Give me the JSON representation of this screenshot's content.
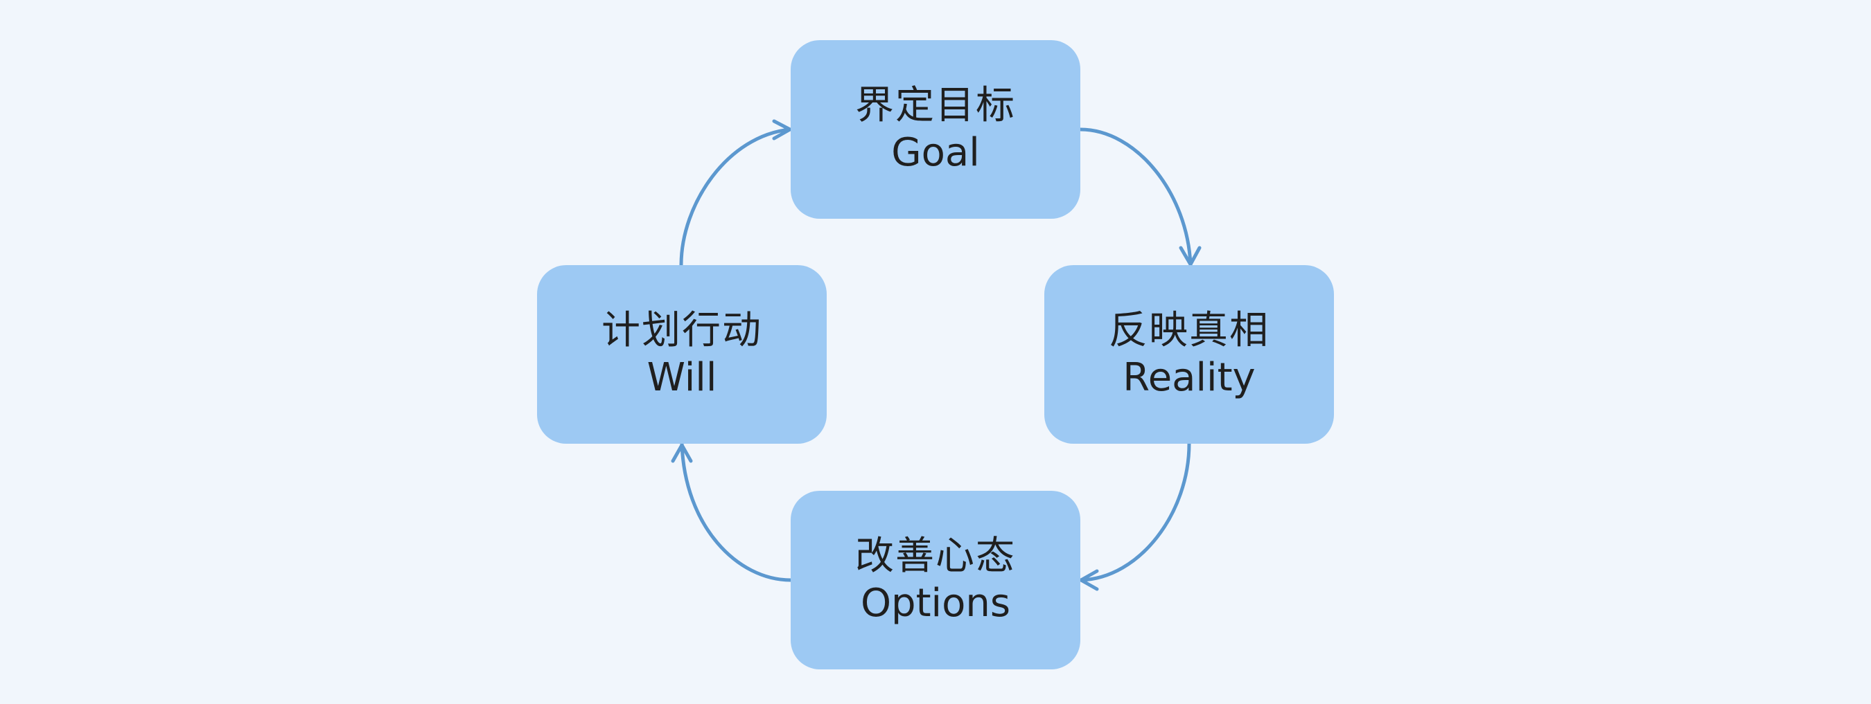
{
  "colors": {
    "background": "#f1f6fc",
    "node_fill": "#9dc9f3",
    "arrow": "#5c98cf",
    "text": "#1f1f1f"
  },
  "diagram": {
    "type": "cycle",
    "nodes": [
      {
        "id": "goal",
        "cn": "界定目标",
        "en": "Goal"
      },
      {
        "id": "reality",
        "cn": "反映真相",
        "en": "Reality"
      },
      {
        "id": "options",
        "cn": "改善心态",
        "en": "Options"
      },
      {
        "id": "will",
        "cn": "计划行动",
        "en": "Will"
      }
    ],
    "edges": [
      {
        "from": "goal",
        "to": "reality"
      },
      {
        "from": "reality",
        "to": "options"
      },
      {
        "from": "options",
        "to": "will"
      },
      {
        "from": "will",
        "to": "goal"
      }
    ]
  }
}
